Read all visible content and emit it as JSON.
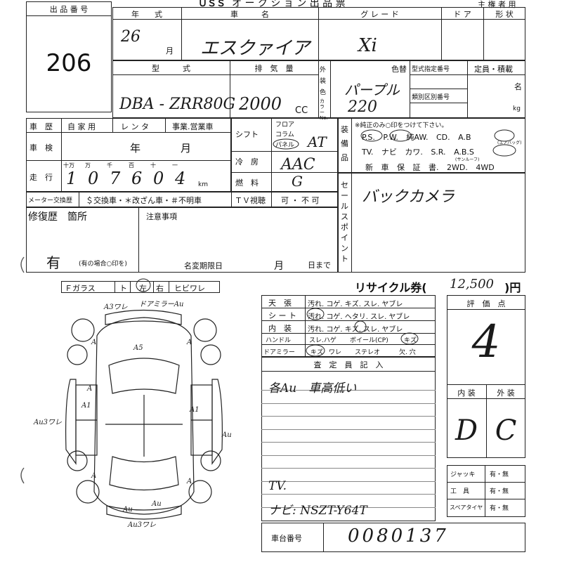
{
  "header": {
    "org": "ＵＳＳ",
    "title": "オ ー ク シ ョ ン 出 品 票",
    "owner_label": "主 権 者 用"
  },
  "lot": {
    "label": "出 品 番 号",
    "value": "206"
  },
  "labels": {
    "year": "年　　式",
    "car": "車　　　名",
    "grade": "グ レ ー ド",
    "doors": "ド ア",
    "shape": "形 状",
    "type": "型　　　式",
    "displacement": "排　気　量",
    "cc": "CC",
    "ext_color": "外装色",
    "color_no": "カラーNo.",
    "color_change": "色替",
    "type_designation": "型式指定番号",
    "class_no": "類別区別番号",
    "capacity": "定員・積載",
    "capacity_unit_person": "名",
    "capacity_unit_kg": "kg",
    "history": "車　歴",
    "private": "自 家 用",
    "rental": "レ ン タ",
    "business": "事業.営業車",
    "inspection": "車　検",
    "insp_year": "年",
    "insp_month": "月",
    "mileage": "走　行",
    "digits": [
      "十万",
      "万",
      "千",
      "百",
      "十",
      "一"
    ],
    "km": "km",
    "shift": "シフト",
    "floor": "フロア",
    "column": "コラム",
    "panel": "パネル",
    "cooler": "冷　房",
    "fuel": "燃　料",
    "equip": "装備品",
    "equip_note": "※純正のみ○印をつけて下さい。",
    "equip_line1": [
      "P.S.",
      "P.W.",
      "純AW.",
      "CD.",
      "A.B"
    ],
    "equip_line2": [
      "TV.",
      "ナビ",
      "カワ.",
      "S.R.",
      "A.B.S"
    ],
    "equip_line3": [
      "新 車 保 証 書.",
      "2WD.",
      "4WD"
    ],
    "sunroof": "(サンルーフ)",
    "airbag_note": "(エアバッグ)",
    "meter": "メーター交換歴",
    "meter_options": "＄交換車・＊改ざん車・＃不明車",
    "tv": "ＴＶ視聴",
    "tv_options": "可 ・ 不 可",
    "sales_point": "セールスポイント",
    "repair": "修復歴　箇所",
    "notes": "注意事項",
    "repair_note": "(有の場合○印を)",
    "change_date": "名変期限日",
    "month": "月",
    "until": "日まで",
    "glass": [
      "Ｆガラス",
      "ト",
      "左",
      "右",
      "ヒビワレ"
    ],
    "recycle": "リサイクル券(",
    "recycle_unit": ")円",
    "eval": "評　価　点",
    "interior": "内 装",
    "exterior": "外 装",
    "conditions": [
      {
        "label": "天　張",
        "text": "汚れ. コゲ. キズ. スレ. ヤブレ"
      },
      {
        "label": "シ ー ト",
        "text": "汚れ. コゲ. ヘタリ. スレ. ヤブレ"
      },
      {
        "label": "内　装",
        "text": "汚れ. コゲ. キズ. スレ. ヤブレ"
      }
    ],
    "cond4": [
      "ハンドル",
      "スレ.ハゲ",
      "ボイール(CP)",
      "キズ"
    ],
    "cond5": [
      "ドアミラー",
      "キズ",
      "ワレ",
      "ステレオ",
      "欠. 穴"
    ],
    "inspector": "査　定　員　記　入",
    "jack": "ジャッキ",
    "tools": "工　具",
    "spare": "スペアタイヤ",
    "yes_no": "有・無",
    "chassis": "車台番号"
  },
  "values": {
    "year": "26",
    "year_suffix": "月",
    "car_name": "エスクァイア",
    "grade": "Xi",
    "model": "DBA - ZRR80G",
    "displacement": "2000",
    "color": "パープル",
    "color_code": "220",
    "mileage_digits": [
      "1",
      "0",
      "7",
      "6",
      "0",
      "4"
    ],
    "shift": "AT",
    "ac": "AAC",
    "fuel": "G",
    "sales_point": "バックカメラ",
    "repair_value": "有",
    "recycle_amount": "12,500",
    "score": "4",
    "interior_grade": "D",
    "exterior_grade": "C",
    "inspector_note": "各Au　車高低い",
    "bottom_note1": "TV.",
    "bottom_note2": "ナビ: NSZT-Y64T",
    "chassis_no": "0080137"
  },
  "diagram": {
    "marks": [
      "A3ワレ",
      "ドアミラーAu",
      "A",
      "A5",
      "A",
      "A",
      "A1",
      "A1",
      "Au3ワレ",
      "Au",
      "A",
      "A",
      "Au",
      "Au",
      "Au3ワレ"
    ]
  }
}
